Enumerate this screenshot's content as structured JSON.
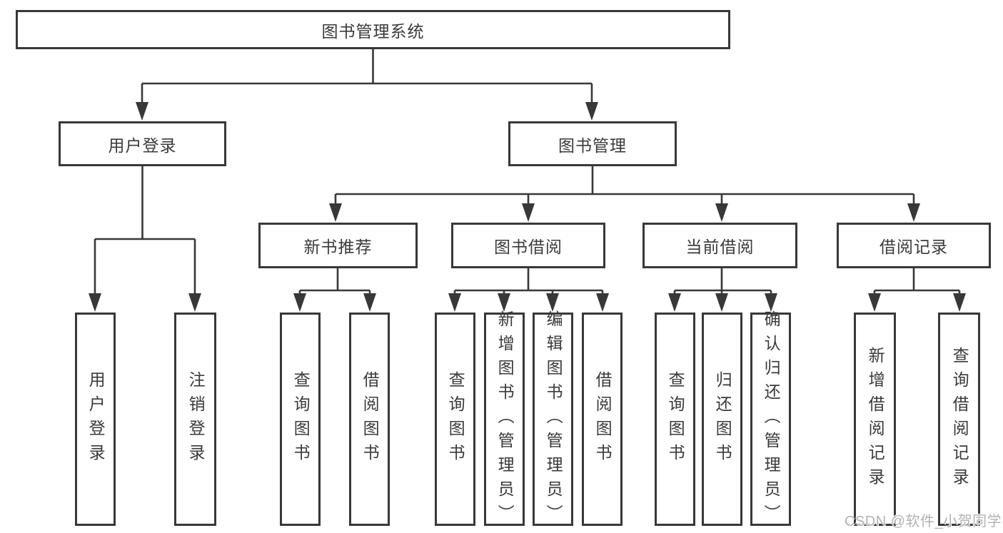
{
  "diagram": {
    "type": "tree",
    "root": {
      "label": "图书管理系统"
    },
    "level2": [
      {
        "label": "用户登录"
      },
      {
        "label": "图书管理"
      }
    ],
    "level3": [
      {
        "label": "新书推荐",
        "parent": "图书管理"
      },
      {
        "label": "图书借阅",
        "parent": "图书管理"
      },
      {
        "label": "当前借阅",
        "parent": "图书管理"
      },
      {
        "label": "借阅记录",
        "parent": "图书管理"
      }
    ],
    "leaves": [
      {
        "label": "用户登录",
        "parent": "用户登录"
      },
      {
        "label": "注销登录",
        "parent": "用户登录"
      },
      {
        "label": "查询图书",
        "parent": "新书推荐"
      },
      {
        "label": "借阅图书",
        "parent": "新书推荐"
      },
      {
        "label": "查询图书",
        "parent": "图书借阅"
      },
      {
        "label": "新增图书（管理员）",
        "parent": "图书借阅"
      },
      {
        "label": "编辑图书（管理员）",
        "parent": "图书借阅"
      },
      {
        "label": "借阅图书",
        "parent": "图书借阅"
      },
      {
        "label": "查询图书",
        "parent": "当前借阅"
      },
      {
        "label": "归还图书",
        "parent": "当前借阅"
      },
      {
        "label": "确认归还（管理员）",
        "parent": "当前借阅"
      },
      {
        "label": "新增借阅记录",
        "parent": "借阅记录"
      },
      {
        "label": "查询借阅记录",
        "parent": "借阅记录"
      }
    ]
  },
  "watermark": {
    "text": "CSDN @软件_小贺同学"
  },
  "colors": {
    "line": "#383838",
    "box_border": "#383838",
    "text": "#3a3a3a",
    "watermark": "#b2b2b2",
    "background": "#ffffff"
  }
}
